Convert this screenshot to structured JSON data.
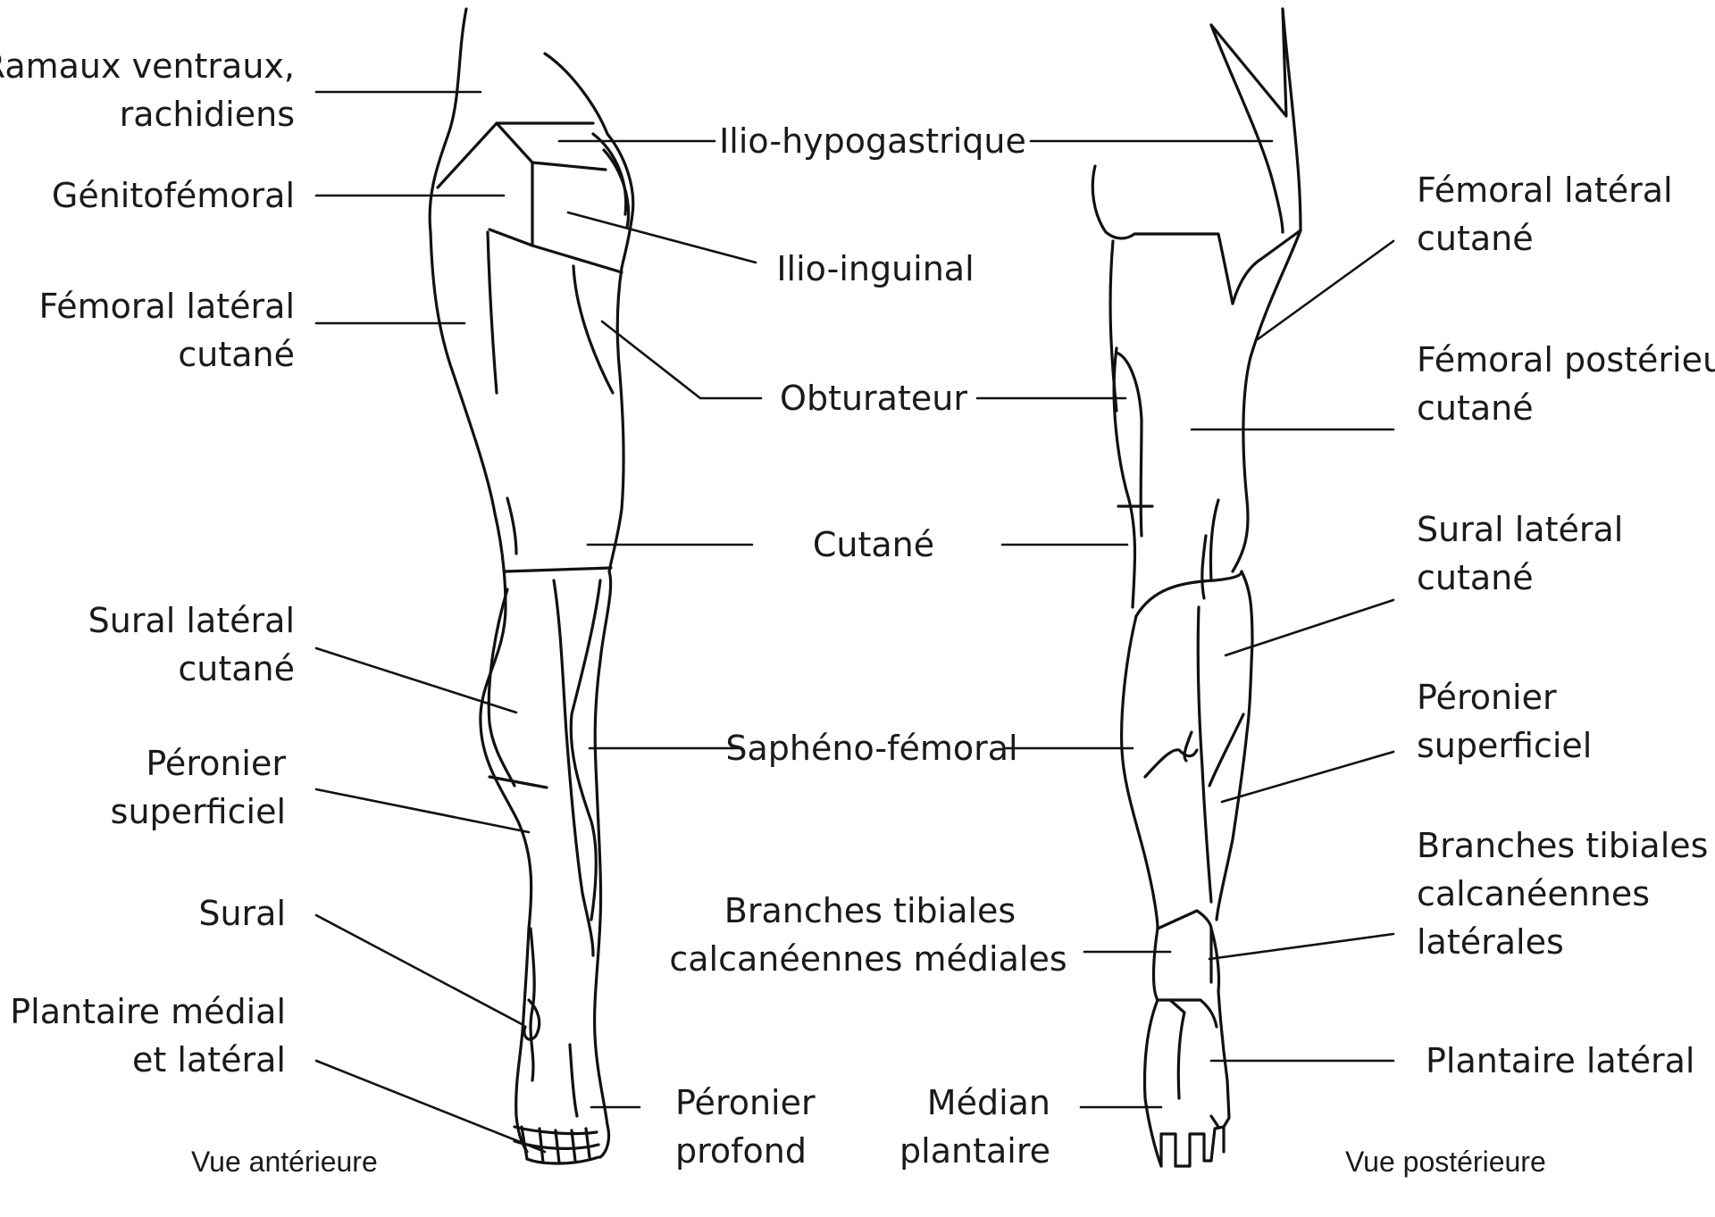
{
  "views": {
    "anterior": "Vue antérieure",
    "posterior": "Vue postérieure"
  },
  "labels": {
    "ramaux_1": "Ramaux ventraux,",
    "ramaux_2": "rachidiens",
    "genitofemoral": "Génitofémoral",
    "femoral_lat_l1": "Fémoral latéral",
    "femoral_lat_l2": "cutané",
    "sural_lat_l1": "Sural latéral",
    "sural_lat_l2": "cutané",
    "peronier_sup_l1": "Péronier",
    "peronier_sup_l2": "superficiel",
    "sural": "Sural",
    "plantaire_ml_1": "Plantaire médial",
    "plantaire_ml_2": "et latéral",
    "ilio_hypo": "Ilio-hypogastrique",
    "ilio_ing": "Ilio-inguinal",
    "obturateur": "Obturateur",
    "cutane": "Cutané",
    "sapheno": "Saphéno-fémoral",
    "branches_med_1": "Branches tibiales",
    "branches_med_2": "calcanéennes médiales",
    "peronier_prof_1": "Péronier",
    "peronier_prof_2": "profond",
    "median_1": "Médian",
    "median_2": "plantaire",
    "femoral_lat_r1": "Fémoral latéral",
    "femoral_lat_r2": "cutané",
    "femoral_post_1": "Fémoral postérieur",
    "femoral_post_2": "cutané",
    "sural_lat_r1": "Sural latéral",
    "sural_lat_r2": "cutané",
    "peronier_sup_r1": "Péronier",
    "peronier_sup_r2": "superficiel",
    "branches_lat_1": "Branches tibiales",
    "branches_lat_2": "calcanéennes",
    "branches_lat_3": "latérales",
    "plantaire_lat": "Plantaire latéral"
  }
}
